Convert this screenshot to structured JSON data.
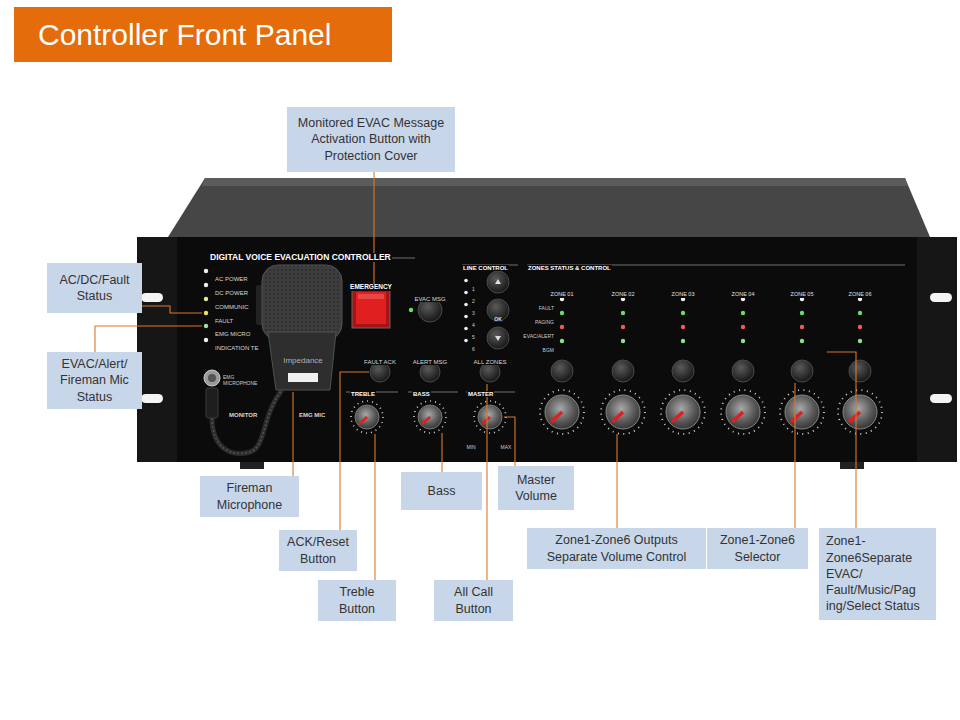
{
  "diagram": {
    "title": "Controller Front Panel",
    "nodes": [
      {
        "text": [
          "Monitored EVAC Message Activation Button with Protection Cover"
        ]
      },
      {
        "text": [
          "AC/DC/Fault Status"
        ]
      },
      {
        "text": [
          "EVAC/Alert/ Fireman Mic Status"
        ]
      },
      {
        "text": [
          "Master Volume"
        ]
      },
      {
        "text": [
          "Bass"
        ]
      },
      {
        "text": [
          "Fireman Microphone"
        ]
      },
      {
        "text": [
          "ACK/Reset Button"
        ]
      },
      {
        "text": [
          "Zone1-Zone6 Outputs Separate Volume Control"
        ]
      },
      {
        "text": [
          "Zone1-Zone6 Selector"
        ]
      },
      {
        "text": [
          "Zone1- Zone6Separate EVAC/ Fault/Music/Pag ing/Select Status"
        ]
      },
      {
        "text": [
          "Treble Button"
        ]
      },
      {
        "text": [
          "All Call Button"
        ]
      }
    ],
    "labels": [
      "DIGITAL VOICE EVACUATION CONTROLLER",
      "AC POWER",
      "DC POWER",
      "COMMUNIC",
      "FAULT",
      "EMG MICRO",
      "INDICATION TE",
      "Impedance",
      "EMG MICROPHONE",
      "MONITOR",
      "EMG MIC",
      "EMERGENCY",
      "EVAC MSG",
      "FAULT ACK",
      "ALERT MSG",
      "ALL ZONES",
      "TREBLE",
      "BASS",
      "MASTER",
      "MIN",
      "MAX",
      "LINE CONTROL",
      "1",
      "2",
      "3",
      "4",
      "5",
      "6",
      "OK",
      "ZONES STATUS & CONTROL",
      "ZONE 01",
      "ZONE 02",
      "ZONE 03",
      "ZONE 04",
      "ZONE 05",
      "ZONE 06",
      "FAULT",
      "PAGING",
      "EVAC/ALERT",
      "BGM"
    ]
  }
}
